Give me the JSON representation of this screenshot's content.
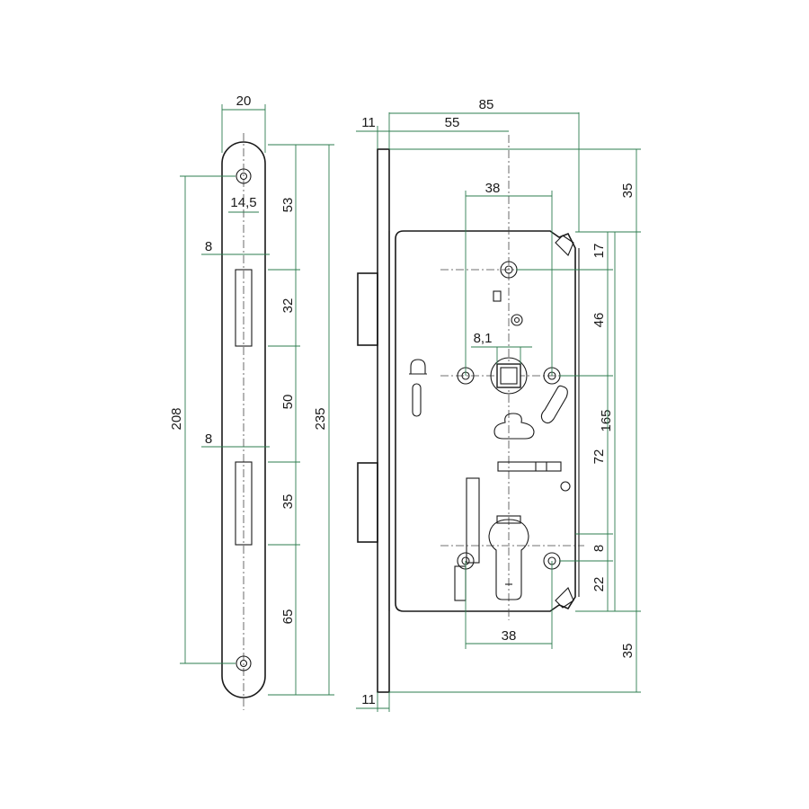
{
  "dimensions": {
    "strike_width": "20",
    "strike_hole_spacing": "14,5",
    "strike_slot_depth_top": "8",
    "strike_slot_depth_bottom": "8",
    "strike_fixing_centers": "208",
    "strike_total_length": "235",
    "strike_seg_top": "53",
    "strike_seg_latch": "32",
    "strike_seg_between": "50",
    "strike_seg_bolt": "35",
    "strike_seg_bottom": "65",
    "forend_thickness_top": "11",
    "forend_thickness_bottom": "11",
    "body_depth": "85",
    "backset": "55",
    "screw_spacing_top": "38",
    "spindle_size": "8,1",
    "screw_spacing_bottom": "38",
    "top_offset": "35",
    "bottom_offset": "35",
    "seg_17": "17",
    "seg_46": "46",
    "seg_72": "72",
    "seg_8": "8",
    "seg_22": "22",
    "case_height": "165"
  },
  "colors": {
    "dimension_line": "#2e7d4f",
    "outline": "#1a1a1a"
  }
}
